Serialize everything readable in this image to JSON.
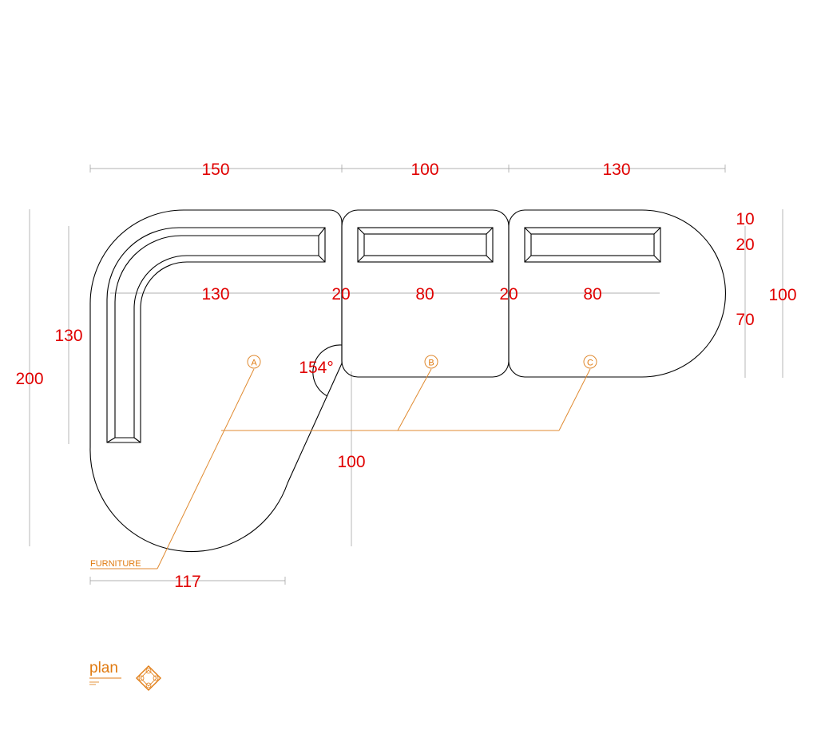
{
  "dimensions": {
    "top_150": "150",
    "top_100": "100",
    "top_130": "130",
    "inner_130": "130",
    "inner_20a": "20",
    "inner_80a": "80",
    "inner_20b": "20",
    "inner_80b": "80",
    "right_10": "10",
    "right_20": "20",
    "right_70": "70",
    "right_100": "100",
    "left_130": "130",
    "left_200": "200",
    "angle": "154°",
    "mid_100": "100",
    "bottom_117": "117"
  },
  "labels": {
    "module_a": "A",
    "module_b": "B",
    "module_c": "C",
    "furniture": "FURNITURE",
    "plan": "plan"
  },
  "colors": {
    "dimension_text": "#e00000",
    "annotation": "#e07a10",
    "outline": "#000000"
  }
}
